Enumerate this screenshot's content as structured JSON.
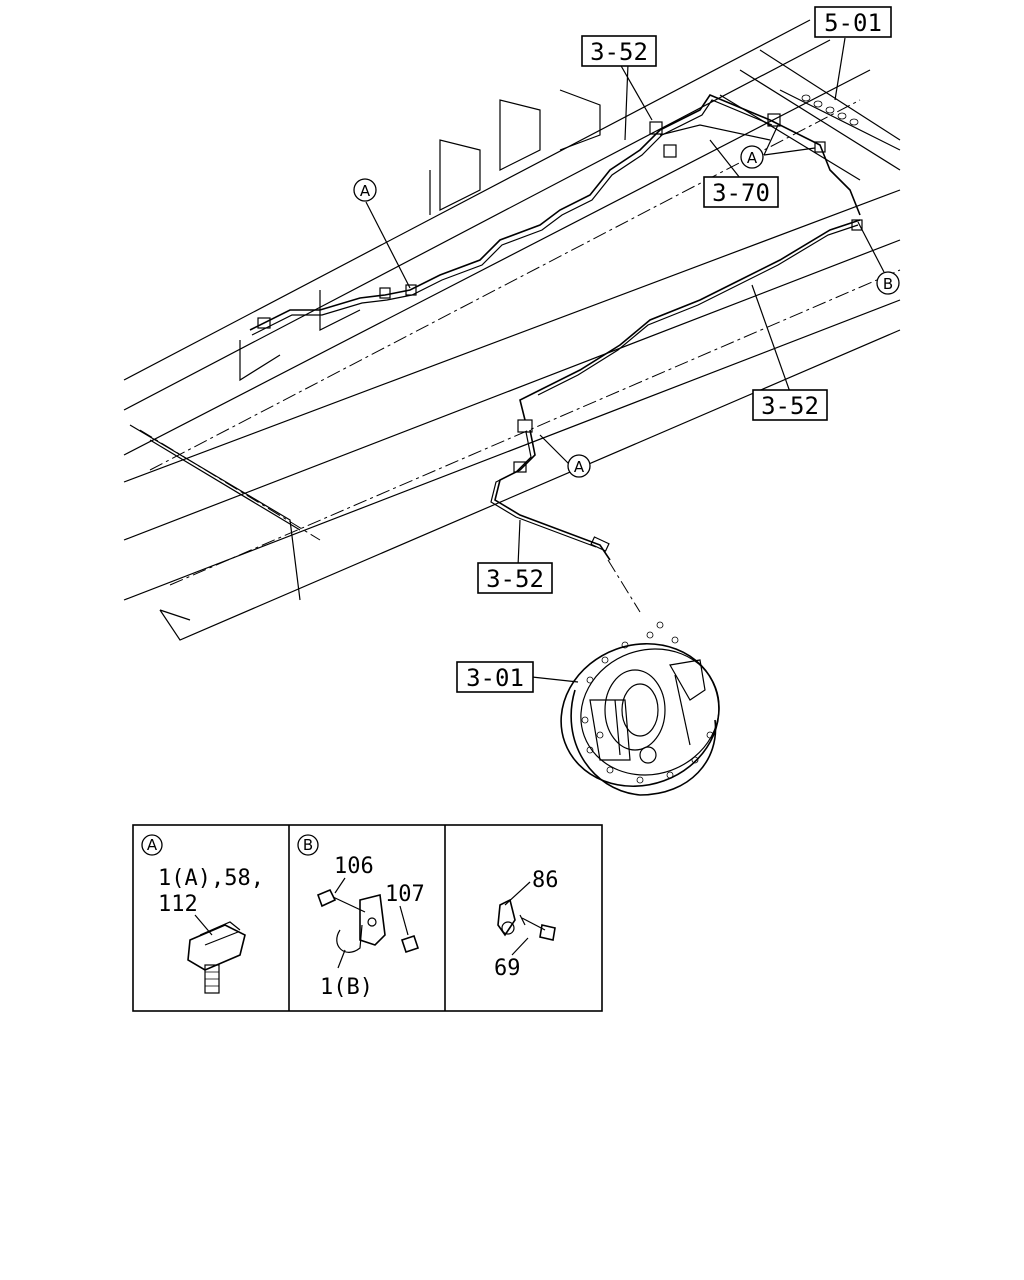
{
  "callouts": {
    "ref_5_01": "5-01",
    "ref_3_52_top": "3-52",
    "ref_3_70": "3-70",
    "ref_3_52_right": "3-52",
    "ref_3_52_hose": "3-52",
    "ref_3_01": "3-01"
  },
  "markers": {
    "a1": "A",
    "a2": "A",
    "a3": "A",
    "b1": "B"
  },
  "detail_panels": {
    "panel_a": {
      "marker": "A",
      "parts_line1": "1(A),58,",
      "parts_line2": "112"
    },
    "panel_b": {
      "marker": "B",
      "part_106": "106",
      "part_107": "107",
      "part_1b": "1(B)"
    },
    "panel_c": {
      "part_86": "86",
      "part_69": "69"
    }
  }
}
